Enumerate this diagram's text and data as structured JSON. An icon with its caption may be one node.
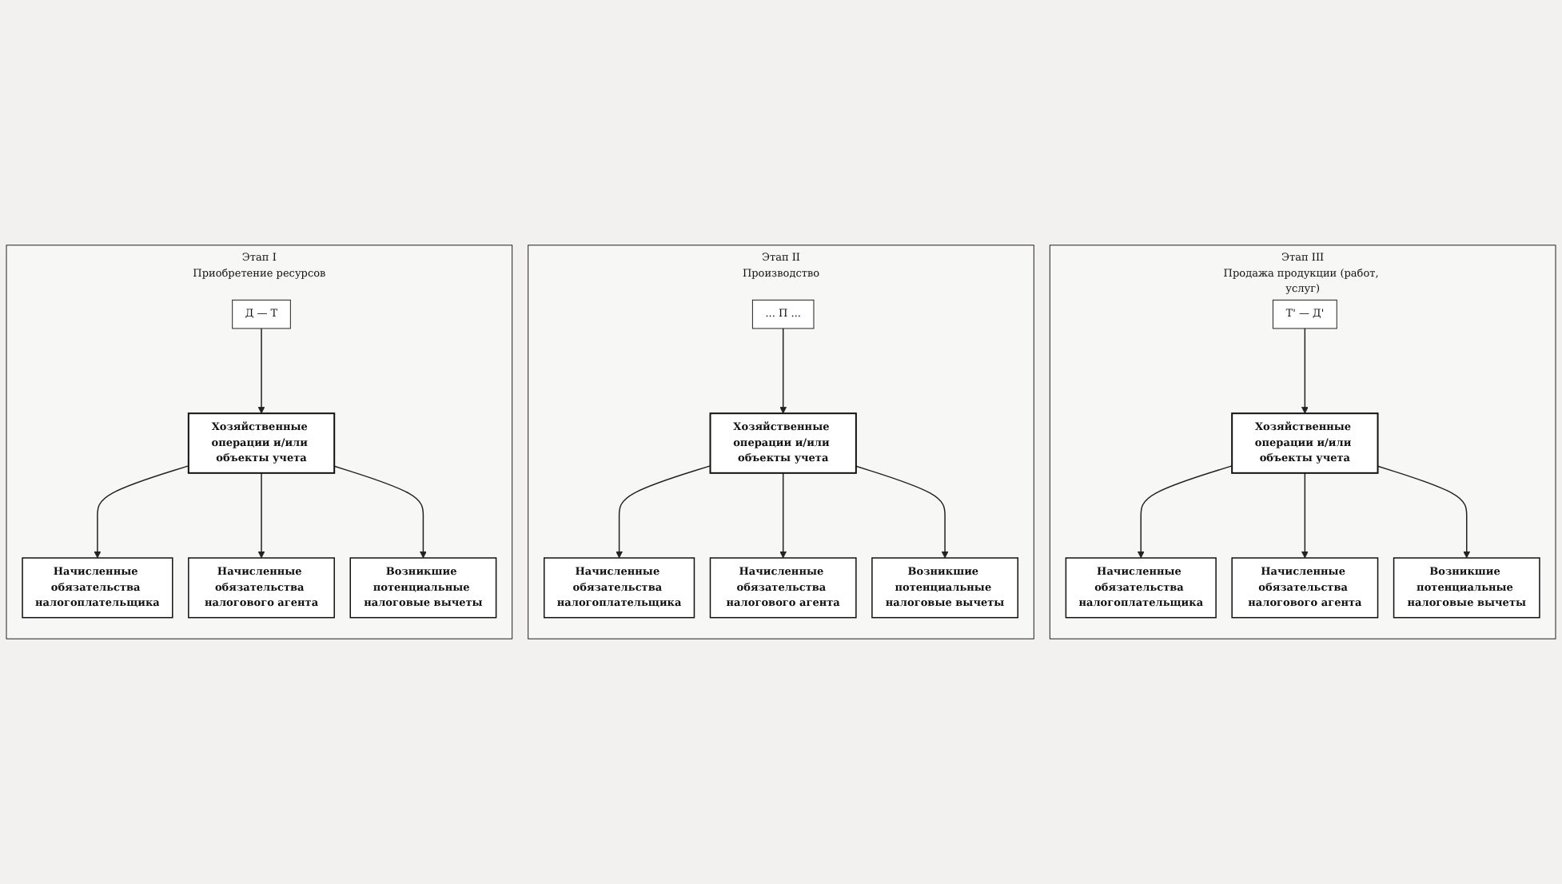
{
  "diagram": {
    "nodes": [
      {
        "text": [
          "Этап I",
          "Приобретение ресурсов"
        ]
      },
      {
        "text": [
          "Д — Т"
        ],
        "in": 0
      },
      {
        "text": [
          "Хозяйственные операции и/или объекты учета"
        ],
        "in": 0
      },
      {
        "text": [
          "Начисленные обязательства налогоплательщика"
        ],
        "in": 0
      },
      {
        "text": [
          "Начисленные обязательства налогового агента"
        ],
        "in": 0
      },
      {
        "text": [
          "Возникшие потенциальные налоговые вычеты"
        ],
        "in": 0
      },
      {
        "text": [
          "Этап II",
          "Производство"
        ]
      },
      {
        "text": [
          "... П ..."
        ],
        "in": 6
      },
      {
        "text": [
          "Хозяйственные операции и/или объекты учета"
        ],
        "in": 6
      },
      {
        "text": [
          "Начисленные обязательства налогоплательщика"
        ],
        "in": 6
      },
      {
        "text": [
          "Начисленные обязательства налогового агента"
        ],
        "in": 6
      },
      {
        "text": [
          "Возникшие потенциальные налоговые вычеты"
        ],
        "in": 6
      },
      {
        "text": [
          "Этап III",
          "Продажа продукции (работ, услуг)"
        ]
      },
      {
        "text": [
          "Т' — Д'"
        ],
        "in": 12
      },
      {
        "text": [
          "Хозяйственные операции и/или объекты учета"
        ],
        "in": 12
      },
      {
        "text": [
          "Начисленные обязательства налогоплательщика"
        ],
        "in": 12
      },
      {
        "text": [
          "Начисленные обязательства налогового агента"
        ],
        "in": 12
      },
      {
        "text": [
          "Возникшие потенциальные налоговые вычеты"
        ],
        "in": 12
      }
    ],
    "edges": [
      {
        "from": 1,
        "to": 2,
        "arrow": "to"
      },
      {
        "from": 2,
        "to": 3,
        "arrow": "to"
      },
      {
        "from": 2,
        "to": 4,
        "arrow": "to"
      },
      {
        "from": 2,
        "to": 5,
        "arrow": "to"
      },
      {
        "from": 7,
        "to": 8,
        "arrow": "to"
      },
      {
        "from": 8,
        "to": 9,
        "arrow": "to"
      },
      {
        "from": 8,
        "to": 10,
        "arrow": "to"
      },
      {
        "from": 8,
        "to": 11,
        "arrow": "to"
      },
      {
        "from": 13,
        "to": 14,
        "arrow": "to"
      },
      {
        "from": 14,
        "to": 15,
        "arrow": "to"
      },
      {
        "from": 14,
        "to": 16,
        "arrow": "to"
      },
      {
        "from": 14,
        "to": 17,
        "arrow": "to"
      }
    ]
  }
}
